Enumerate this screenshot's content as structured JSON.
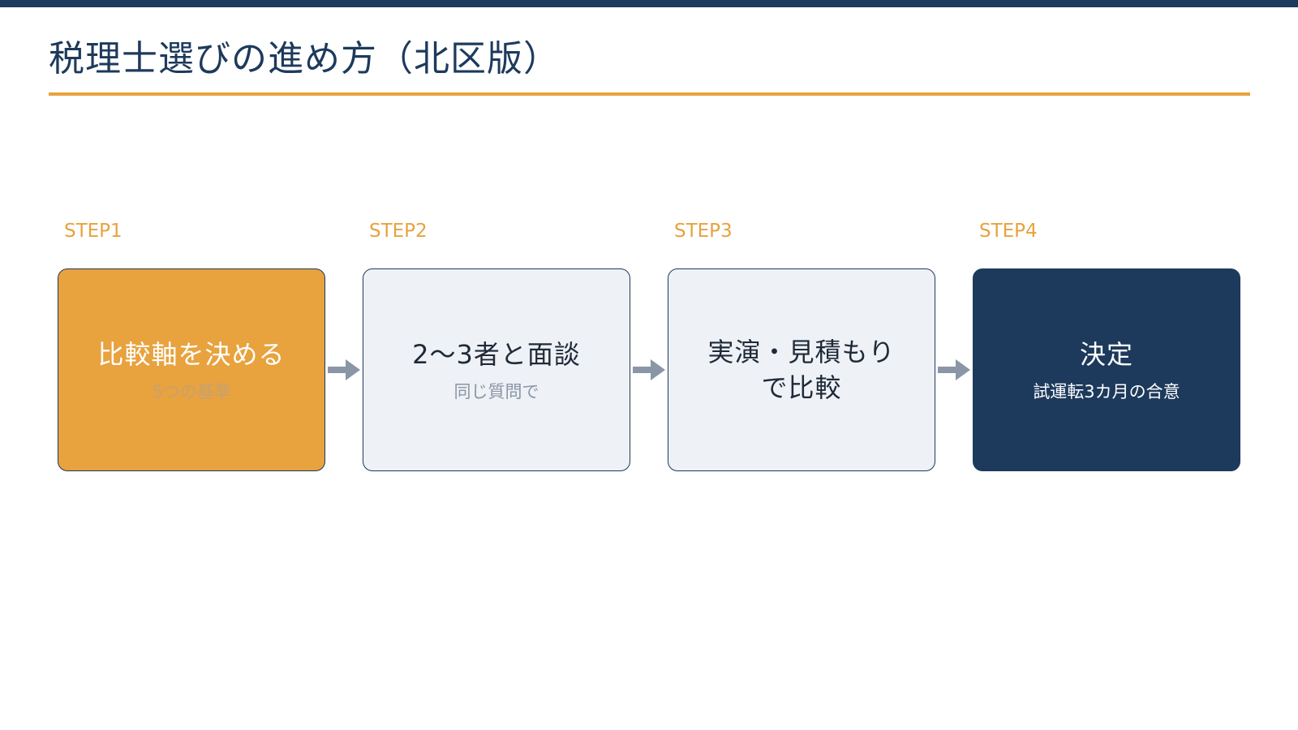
{
  "title": "税理士選びの進め方（北区版）",
  "steps": [
    {
      "label": "STEP1",
      "title": "比較軸を決める",
      "subtitle": "5つの基準"
    },
    {
      "label": "STEP2",
      "title": "2〜3者と面談",
      "subtitle": "同じ質問で"
    },
    {
      "label": "STEP3",
      "title": "実演・見積もりで比較",
      "subtitle": ""
    },
    {
      "label": "STEP4",
      "title": "決定",
      "subtitle": "試運転3カ月の合意"
    }
  ],
  "colors": {
    "navy": "#1d3a5c",
    "orange": "#e8a23e",
    "light_box": "#eef1f6",
    "arrow": "#8a96a6"
  },
  "icons": [
    "arrow-right-icon"
  ]
}
